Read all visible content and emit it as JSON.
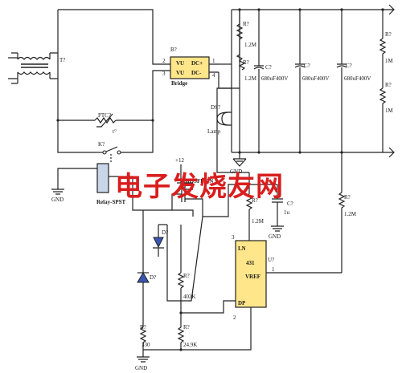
{
  "labels": {
    "t1": "T?",
    "b1": "B?",
    "bridge_vu1": "VU",
    "bridge_dcp": "DC+",
    "bridge_vu2": "VU",
    "bridge_dcm": "DC-",
    "bridge_pin2": "2",
    "bridge_pin3": "3",
    "bridge_pin1": "1",
    "bridge_pin4": "4",
    "bridge_name": "Bridge",
    "ds": "DS?",
    "lamp": "Lamp",
    "ptc": "PTC?",
    "ptc_val": "t°",
    "k1": "K?",
    "relay": "Relay-SPST",
    "gnd1": "GND",
    "gnd2": "GND",
    "gnd3": "GND",
    "gnd4": "GND",
    "r_a": "R?",
    "r_a_val": "1.2M",
    "r_b": "R?",
    "r_b_val": "1.2M",
    "c1": "C?",
    "c1_val": "680uF400V",
    "c2": "C?",
    "c2_val": "680uF400V",
    "c3": "C?",
    "c3_val": "680uF400V",
    "r_c": "R?",
    "r_c_val": "1M",
    "r_d": "R?",
    "r_d_val": "1M",
    "plus12": "+12",
    "q1": "MOSFET-N",
    "c4": "C?",
    "c4_val": "1u",
    "r_e": "R?",
    "r_e_val": "1.2M",
    "r_f": "R?",
    "r_f_val": "1.2M",
    "d1": "D?",
    "d2": "D?",
    "r_g": "R?",
    "r_g_val": "402K",
    "u1": "U?",
    "u1_431": "431",
    "u1_vref": "VREF",
    "u1_pin3": "3",
    "u1_pin1": "1",
    "u1_pin2": "2",
    "u1_ln": "LN",
    "u1_dp": "DP",
    "r_h": "R?",
    "r_h_val": "330",
    "r_i": "R?",
    "r_i_val": "24.9K"
  },
  "watermark": "电子发烧友网",
  "colors": {
    "wire": "#222222",
    "bridge_fill": "#ffe68a",
    "relay_fill": "#c9d6ea",
    "opamp_fill": "#ffe68a",
    "watermark": "#d91e1e",
    "diode_fill": "#3a56b0"
  }
}
